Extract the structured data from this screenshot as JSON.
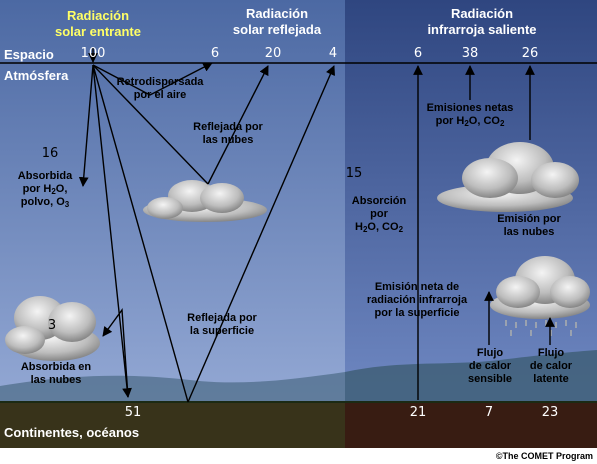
{
  "headers": {
    "solar_in": "Radiación\nsolar entrante",
    "solar_reflected": "Radiación\nsolar reflejada",
    "ir_out": "Radiación\ninfrarroja saliente",
    "space": "Espacio",
    "atmosphere": "Atmósfera",
    "surface": "Continentes, océanos"
  },
  "values": {
    "incoming": "100",
    "back_scattered": "6",
    "reflected_clouds": "20",
    "reflected_surface": "4",
    "ir_atm_window": "6",
    "ir_h2o_co2": "38",
    "ir_clouds": "26",
    "absorbed_atm": "16",
    "absorbed_clouds": "3",
    "absorbed_surface": "51",
    "absorbed_co2": "15",
    "net_ir_surface": "21",
    "sensible_heat": "7",
    "latent_heat": "23"
  },
  "labels": {
    "back_scattered": "Retrodispersada\npor el aire",
    "reflected_clouds": "Reflejada por\nlas nubes",
    "absorbed_atm_l1": "Absorbida",
    "absorbed_atm_l2a": "por H",
    "absorbed_atm_l2b": "2",
    "absorbed_atm_l2c": "O,",
    "absorbed_atm_l3a": "polvo, O",
    "absorbed_atm_l3b": "3",
    "absorbed_clouds": "Absorbida en\nlas nubes",
    "reflected_surface": "Reflejada por\nla superficie",
    "ir_emissions_l1": "Emisiones netas",
    "ir_emissions_l2a": "por H",
    "ir_emissions_l2b": "2",
    "ir_emissions_l2c": "O, CO",
    "ir_emissions_l2d": "2",
    "absorption_l1": "Absorción",
    "absorption_l2": "por",
    "absorption_l3a": "H",
    "absorption_l3b": "2",
    "absorption_l3c": "O, CO",
    "absorption_l3d": "2",
    "emission_clouds": "Emisión por\nlas nubes",
    "net_ir_emission": "Emisión neta de\nradiación infrarroja\npor la superficie",
    "sensible_heat": "Flujo\nde calor\nsensible",
    "latent_heat": "Flujo\nde calor\nlatente"
  },
  "credit": "©The COMET Program",
  "colors": {
    "solar_header": "#ffff66",
    "ir_header": "#ffffff",
    "sky_top_left": "#506fa8",
    "sky_bottom_left": "#8fa5d2",
    "sky_top_right": "#344c86",
    "sky_bottom_right": "#6b84be",
    "ground_left": "#3a3414",
    "ground_right": "#3a1a10"
  }
}
